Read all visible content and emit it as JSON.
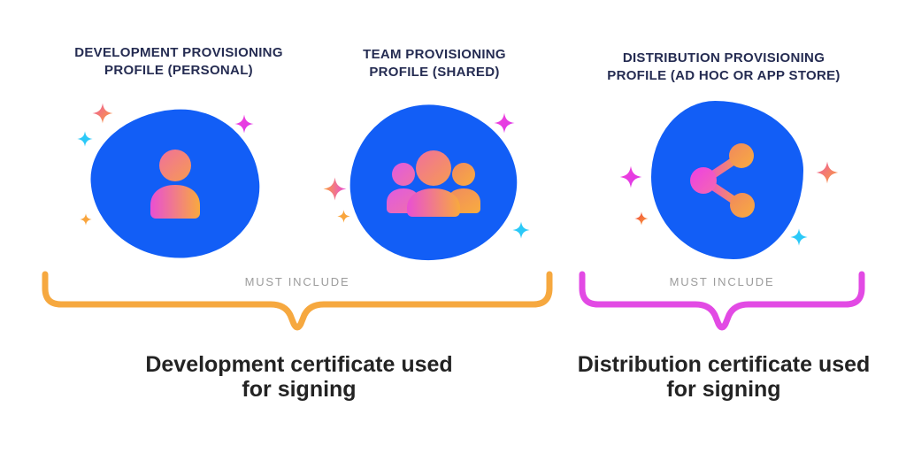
{
  "columns": [
    {
      "title": "DEVELOPMENT PROVISIONING PROFILE (PERSONAL)",
      "icon": "person-icon"
    },
    {
      "title": "TEAM PROVISIONING PROFILE (SHARED)",
      "icon": "team-icon"
    },
    {
      "title": "DISTRIBUTION PROVISIONING PROFILE (AD HOC OR APP STORE)",
      "icon": "share-icon"
    }
  ],
  "groups": [
    {
      "label": "MUST INCLUDE",
      "caption": "Development certificate used for signing",
      "brace_color": "#F6A83F"
    },
    {
      "label": "MUST INCLUDE",
      "caption": "Distribution certificate used for signing",
      "brace_color": "#E24AE4"
    }
  ],
  "colors": {
    "blob_blue": "#125EF6",
    "title_navy": "#252C52",
    "label_gray": "#9C9C9C",
    "caption_dark": "#232323",
    "brace_orange": "#F6A83F",
    "brace_magenta": "#E24AE4",
    "sparkle_cyan": "#2BC9F8",
    "sparkle_orange": "#F9A53D"
  }
}
